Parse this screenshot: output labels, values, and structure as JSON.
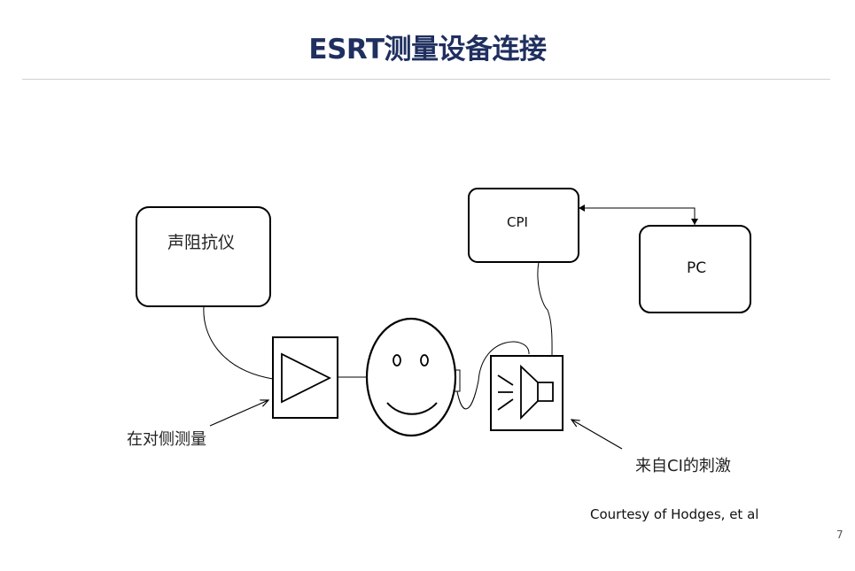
{
  "slide": {
    "title": "ESRT测量设备连接",
    "page_number": "7",
    "courtesy": "Courtesy of Hodges, et al"
  },
  "diagram": {
    "nodes": {
      "impedance_meter": "声阻抗仪",
      "cpi": "CPI",
      "pc": "PC"
    },
    "annotations": {
      "contralateral": "在对侧测量",
      "ci_stimulus": "来自CI的刺激"
    },
    "icons": {
      "amplifier": "amplifier-triangle-icon",
      "face": "smiley-face-icon",
      "speaker": "speaker-icon"
    }
  }
}
